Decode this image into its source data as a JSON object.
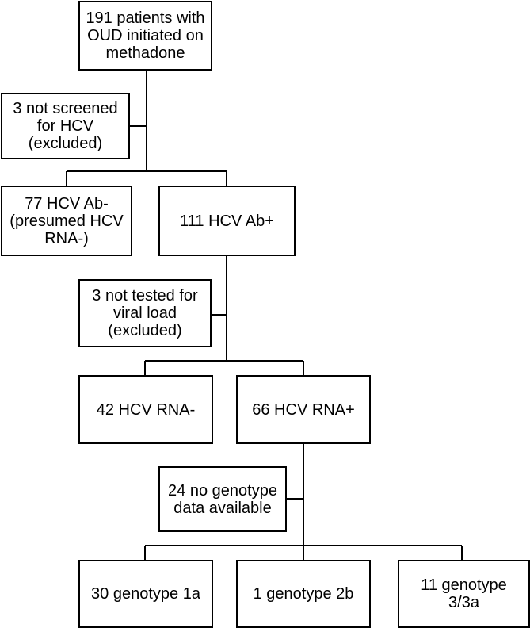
{
  "flowchart": {
    "start": "191 patients with\nOUD initiated on\nmethadone",
    "excluded_screening": "3 not screened\nfor HCV\n(excluded)",
    "hcv_ab_negative": "77 HCV Ab-\n(presumed HCV\nRNA-)",
    "hcv_ab_positive": "111 HCV Ab+",
    "excluded_viral_load": "3 not tested for\nviral load\n(excluded)",
    "hcv_rna_negative": "42 HCV RNA-",
    "hcv_rna_positive": "66 HCV RNA+",
    "no_genotype": "24 no genotype\ndata available",
    "genotype_1a": "30 genotype 1a",
    "genotype_2b": "1 genotype 2b",
    "genotype_3": "11 genotype\n3/3a"
  }
}
